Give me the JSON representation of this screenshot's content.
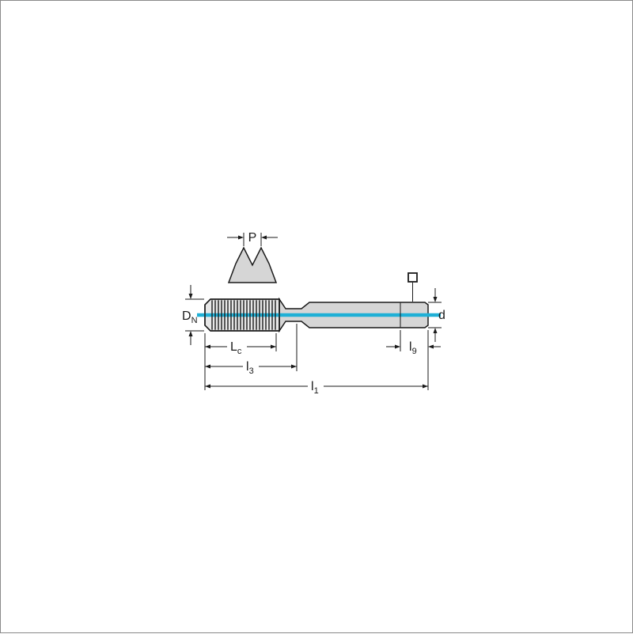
{
  "figure": {
    "type": "technical_drawing",
    "subject": "machine-tap-dimension-diagram",
    "colors": {
      "background": "#ffffff",
      "outline": "#1a1a1a",
      "dimension": "#1a1a1a",
      "body_fill": "#d6d6d6",
      "thread_fill": "#e7e7e7",
      "centerline": "#1fb0d6"
    },
    "labels": {
      "pitch": "P",
      "nominal_diameter": {
        "main": "D",
        "sub": "N"
      },
      "shank_diameter": "d",
      "thread_length": {
        "main": "L",
        "sub": "c"
      },
      "length_l3": {
        "main": "l",
        "sub": "3"
      },
      "overall_length": {
        "main": "l",
        "sub": "1"
      },
      "square_length": {
        "main": "l",
        "sub": "9"
      }
    }
  }
}
